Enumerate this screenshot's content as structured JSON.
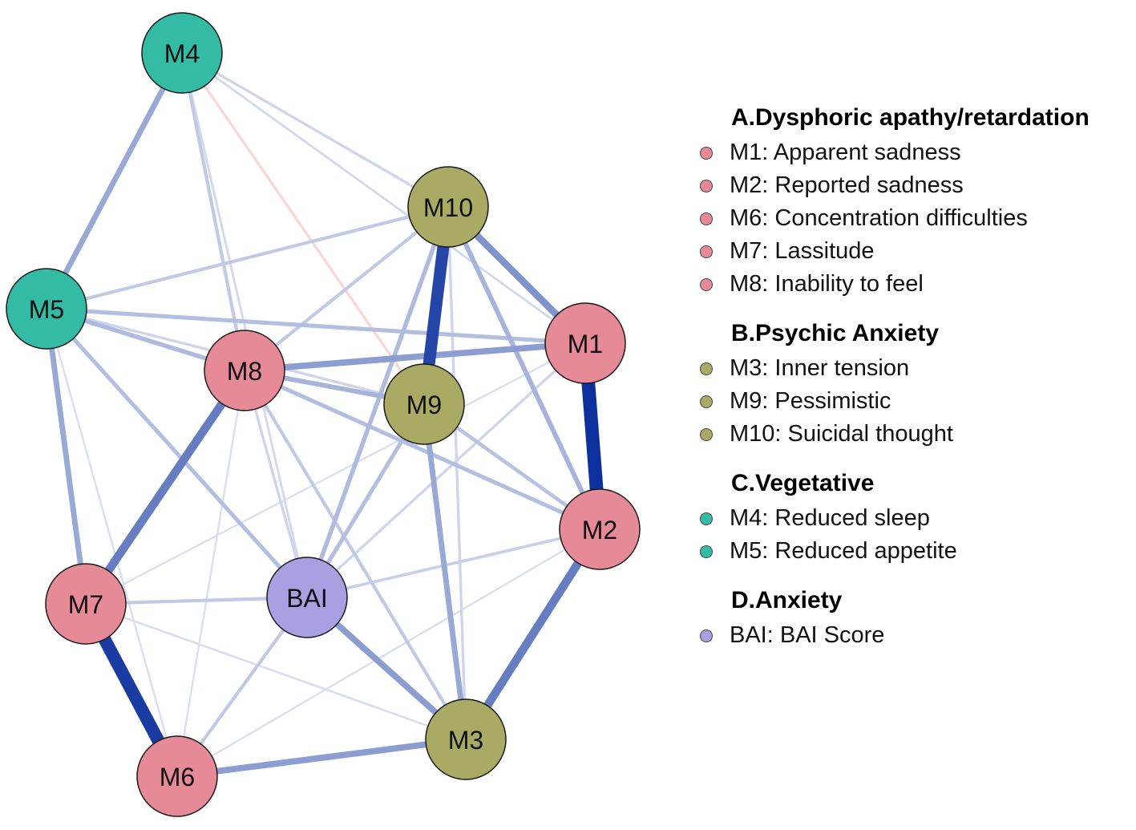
{
  "colors": {
    "dysphoric": "#e58a96",
    "psychic": "#a9aa63",
    "vegetative": "#34bba6",
    "anxiety": "#a9a0e2",
    "positive_edge": "#0a2f9c",
    "negative_edge": "#f08a8a"
  },
  "nodes": [
    {
      "id": "M4",
      "label": "M4",
      "group": "vegetative"
    },
    {
      "id": "M10",
      "label": "M10",
      "group": "psychic"
    },
    {
      "id": "M5",
      "label": "M5",
      "group": "vegetative"
    },
    {
      "id": "M1",
      "label": "M1",
      "group": "dysphoric"
    },
    {
      "id": "M8",
      "label": "M8",
      "group": "dysphoric"
    },
    {
      "id": "M9",
      "label": "M9",
      "group": "psychic"
    },
    {
      "id": "M2",
      "label": "M2",
      "group": "dysphoric"
    },
    {
      "id": "M7",
      "label": "M7",
      "group": "dysphoric"
    },
    {
      "id": "BAI",
      "label": "BAI",
      "group": "anxiety"
    },
    {
      "id": "M3",
      "label": "M3",
      "group": "psychic"
    },
    {
      "id": "M6",
      "label": "M6",
      "group": "dysphoric"
    }
  ],
  "edges": [
    {
      "from": "M1",
      "to": "M2",
      "weight": 0.85,
      "sign": "positive"
    },
    {
      "from": "M7",
      "to": "M6",
      "weight": 0.8,
      "sign": "positive"
    },
    {
      "from": "M10",
      "to": "M9",
      "weight": 0.75,
      "sign": "positive"
    },
    {
      "from": "M2",
      "to": "M3",
      "weight": 0.5,
      "sign": "positive"
    },
    {
      "from": "M8",
      "to": "M7",
      "weight": 0.5,
      "sign": "positive"
    },
    {
      "from": "M10",
      "to": "M1",
      "weight": 0.4,
      "sign": "positive"
    },
    {
      "from": "M8",
      "to": "M1",
      "weight": 0.35,
      "sign": "positive"
    },
    {
      "from": "M6",
      "to": "M3",
      "weight": 0.35,
      "sign": "positive"
    },
    {
      "from": "BAI",
      "to": "M3",
      "weight": 0.35,
      "sign": "positive"
    },
    {
      "from": "M4",
      "to": "M5",
      "weight": 0.3,
      "sign": "positive"
    },
    {
      "from": "M5",
      "to": "M7",
      "weight": 0.3,
      "sign": "positive"
    },
    {
      "from": "M9",
      "to": "M3",
      "weight": 0.3,
      "sign": "positive"
    },
    {
      "from": "M10",
      "to": "M2",
      "weight": 0.25,
      "sign": "positive"
    },
    {
      "from": "M8",
      "to": "M9",
      "weight": 0.25,
      "sign": "positive"
    },
    {
      "from": "M10",
      "to": "BAI",
      "weight": 0.22,
      "sign": "positive"
    },
    {
      "from": "M5",
      "to": "M8",
      "weight": 0.22,
      "sign": "positive"
    },
    {
      "from": "M5",
      "to": "M1",
      "weight": 0.2,
      "sign": "positive"
    },
    {
      "from": "M5",
      "to": "BAI",
      "weight": 0.2,
      "sign": "positive"
    },
    {
      "from": "M8",
      "to": "M2",
      "weight": 0.2,
      "sign": "positive"
    },
    {
      "from": "M9",
      "to": "BAI",
      "weight": 0.2,
      "sign": "positive"
    },
    {
      "from": "M9",
      "to": "M2",
      "weight": 0.18,
      "sign": "positive"
    },
    {
      "from": "M10",
      "to": "M8",
      "weight": 0.15,
      "sign": "positive"
    },
    {
      "from": "M10",
      "to": "M5",
      "weight": 0.15,
      "sign": "positive"
    },
    {
      "from": "M7",
      "to": "BAI",
      "weight": 0.15,
      "sign": "positive"
    },
    {
      "from": "BAI",
      "to": "M6",
      "weight": 0.15,
      "sign": "positive"
    },
    {
      "from": "M8",
      "to": "M3",
      "weight": 0.15,
      "sign": "positive"
    },
    {
      "from": "BAI",
      "to": "M2",
      "weight": 0.12,
      "sign": "positive"
    },
    {
      "from": "M4",
      "to": "M8",
      "weight": 0.15,
      "sign": "positive"
    },
    {
      "from": "M8",
      "to": "BAI",
      "weight": 0.1,
      "sign": "positive"
    },
    {
      "from": "M5",
      "to": "M9",
      "weight": 0.1,
      "sign": "positive"
    },
    {
      "from": "M4",
      "to": "M10",
      "weight": 0.1,
      "sign": "positive"
    },
    {
      "from": "M4",
      "to": "M1",
      "weight": 0.08,
      "sign": "positive"
    },
    {
      "from": "M4",
      "to": "BAI",
      "weight": 0.08,
      "sign": "positive"
    },
    {
      "from": "M1",
      "to": "BAI",
      "weight": 0.1,
      "sign": "positive"
    },
    {
      "from": "M10",
      "to": "M3",
      "weight": 0.1,
      "sign": "positive"
    },
    {
      "from": "M4",
      "to": "M9",
      "weight": 0.1,
      "sign": "negative"
    },
    {
      "from": "M8",
      "to": "BAI",
      "weight": 0.08,
      "sign": "negative"
    },
    {
      "from": "M5",
      "to": "M6",
      "weight": 0.05,
      "sign": "positive"
    },
    {
      "from": "M8",
      "to": "M6",
      "weight": 0.05,
      "sign": "positive"
    },
    {
      "from": "M7",
      "to": "M3",
      "weight": 0.06,
      "sign": "positive"
    },
    {
      "from": "M1",
      "to": "M7",
      "weight": 0.05,
      "sign": "positive"
    },
    {
      "from": "M6",
      "to": "M2",
      "weight": 0.05,
      "sign": "positive"
    }
  ],
  "legend": [
    {
      "title": "A.Dysphoric apathy/retardation",
      "group": "dysphoric",
      "items": [
        "M1: Apparent sadness",
        "M2: Reported sadness",
        "M6: Concentration difficulties",
        "M7: Lassitude",
        "M8: Inability to feel"
      ]
    },
    {
      "title": "B.Psychic Anxiety",
      "group": "psychic",
      "items": [
        "M3: Inner tension",
        "M9: Pessimistic",
        "M10: Suicidal thought"
      ]
    },
    {
      "title": "C.Vegetative",
      "group": "vegetative",
      "items": [
        "M4: Reduced sleep",
        "M5: Reduced appetite"
      ]
    },
    {
      "title": "D.Anxiety",
      "group": "anxiety",
      "items": [
        "BAI: BAI Score"
      ]
    }
  ]
}
